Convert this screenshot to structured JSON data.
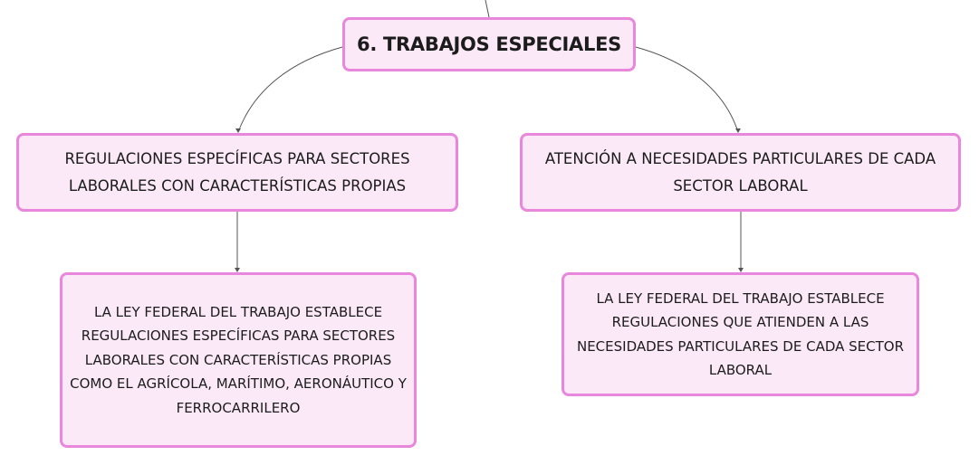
{
  "map": {
    "root": "6. TRABAJOS ESPECIALES",
    "left": {
      "heading": "REGULACIONES ESPECÍFICAS PARA SECTORES LABORALES CON CARACTERÍSTICAS PROPIAS",
      "detail": "LA LEY FEDERAL DEL TRABAJO ESTABLECE REGULACIONES ESPECÍFICAS PARA SECTORES LABORALES CON CARACTERÍSTICAS PROPIAS COMO EL AGRÍCOLA, MARÍTIMO, AERONÁUTICO Y FERROCARRILERO"
    },
    "right": {
      "heading": "ATENCIÓN A NECESIDADES PARTICULARES DE CADA SECTOR LABORAL",
      "detail": "LA LEY FEDERAL DEL TRABAJO ESTABLECE REGULACIONES QUE ATIENDEN A LAS NECESIDADES PARTICULARES DE CADA SECTOR LABORAL"
    }
  },
  "colors": {
    "node_fill": "#fbe9f8",
    "node_border": "#e887dc",
    "connector": "#555555"
  }
}
